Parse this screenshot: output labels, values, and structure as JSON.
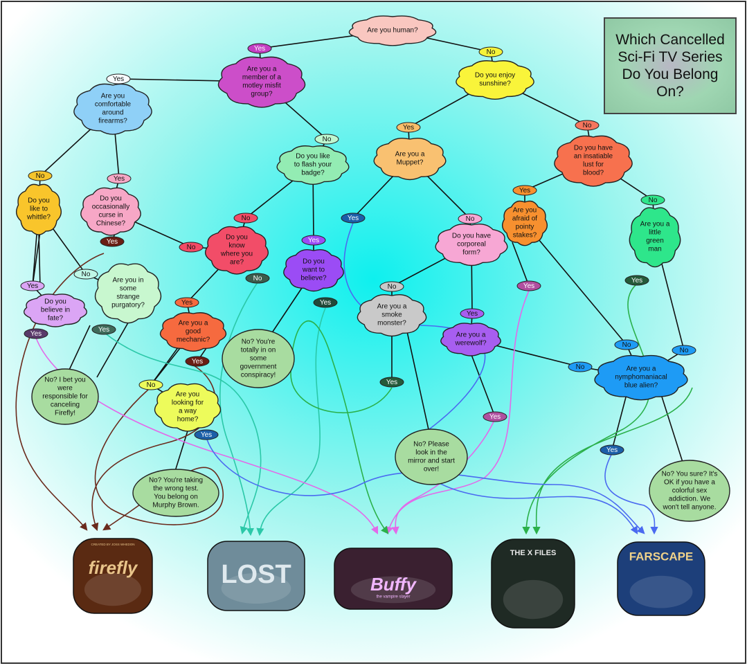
{
  "title": "Which Cancelled\nSci-Fi TV Series\nDo You Belong\nOn?",
  "colors": {
    "background_center": "#0ef0ee",
    "background_edge": "#ffffff",
    "frame": "#333333"
  },
  "nodes": [
    {
      "id": "human",
      "lines": [
        "Are you human?"
      ],
      "fill": "#f9c7c0"
    },
    {
      "id": "misfit",
      "lines": [
        "Are you a",
        "member of a",
        "motley misfit",
        "group?"
      ],
      "fill": "#cc4ec9"
    },
    {
      "id": "sunshine",
      "lines": [
        "Do you enjoy",
        "sunshine?"
      ],
      "fill": "#f9f43a"
    },
    {
      "id": "firearms",
      "lines": [
        "Are you",
        "comfortable",
        "around",
        "firearms?"
      ],
      "fill": "#8fd0f7"
    },
    {
      "id": "badge",
      "lines": [
        "Do you like",
        "to flash your",
        "badge?"
      ],
      "fill": "#93ecb3"
    },
    {
      "id": "muppet",
      "lines": [
        "Are you a",
        "Muppet?"
      ],
      "fill": "#f9c171"
    },
    {
      "id": "blood",
      "lines": [
        "Do you have",
        "an insatiable",
        "lust for",
        "blood?"
      ],
      "fill": "#f7714e"
    },
    {
      "id": "whittle",
      "lines": [
        "Do you",
        "like to",
        "whittle?"
      ],
      "fill": "#f9c52b"
    },
    {
      "id": "chinese",
      "lines": [
        "Do you",
        "occasionally",
        "curse in",
        "Chinese?"
      ],
      "fill": "#f7a7c6"
    },
    {
      "id": "where",
      "lines": [
        "Do you",
        "know",
        "where you",
        "are?"
      ],
      "fill": "#f24d68"
    },
    {
      "id": "believe",
      "lines": [
        "Do you",
        "want to",
        "believe?"
      ],
      "fill": "#9b4cf5"
    },
    {
      "id": "corporeal",
      "lines": [
        "Do you have",
        "corporeal",
        "form?"
      ],
      "fill": "#f7a7d4"
    },
    {
      "id": "stakes",
      "lines": [
        "Are you",
        "afraid of",
        "pointy",
        "stakes?"
      ],
      "fill": "#f7902f"
    },
    {
      "id": "green",
      "lines": [
        "Are you a",
        "little",
        "green",
        "man"
      ],
      "fill": "#2ee68b"
    },
    {
      "id": "fate",
      "lines": [
        "Do you",
        "believe in",
        "fate?"
      ],
      "fill": "#dba5f5"
    },
    {
      "id": "purgatory",
      "lines": [
        "Are you in",
        "some",
        "strange",
        "purgatory?"
      ],
      "fill": "#c8f7cf"
    },
    {
      "id": "mechanic",
      "lines": [
        "Are you a",
        "good",
        "mechanic?"
      ],
      "fill": "#f66a3f"
    },
    {
      "id": "smoke",
      "lines": [
        "Are you a",
        "smoke",
        "monster?"
      ],
      "fill": "#c9c9c9"
    },
    {
      "id": "werewolf",
      "lines": [
        "Are you a",
        "werewolf?"
      ],
      "fill": "#a75ef0"
    },
    {
      "id": "alien",
      "lines": [
        "Are you a",
        "nymphomaniacal",
        "blue alien?"
      ],
      "fill": "#1e9bf5"
    },
    {
      "id": "wayhome",
      "lines": [
        "Are you",
        "looking for",
        "a way",
        "home?"
      ],
      "fill": "#edfb5b"
    }
  ],
  "endings": [
    {
      "id": "firefly-blame",
      "lines": [
        "No? I bet you",
        "were",
        "responsible for",
        "canceling",
        "Firefly!"
      ],
      "fill": "#a8dca0"
    },
    {
      "id": "conspiracy",
      "lines": [
        "No? You're",
        "totally in on",
        "some",
        "government",
        "conspiracy!"
      ],
      "fill": "#a8dca0"
    },
    {
      "id": "murphy",
      "lines": [
        "No? You're taking",
        "the wrong test.",
        "You belong on",
        "Murphy Brown."
      ],
      "fill": "#a8dca0"
    },
    {
      "id": "mirror",
      "lines": [
        "No? Please",
        "look in the",
        "mirror and start",
        "over!"
      ],
      "fill": "#a8dca0"
    },
    {
      "id": "addiction",
      "lines": [
        "No? You sure? It's",
        "OK if you have a",
        "colorful sex",
        "addiction. We",
        "won't tell anyone."
      ],
      "fill": "#a8dca0"
    }
  ],
  "answer_labels": [
    {
      "text": "Yes",
      "fill": "#c43fc3",
      "text_color": "#ffffff"
    },
    {
      "text": "No",
      "fill": "#f5f33a",
      "text_color": "#111111"
    },
    {
      "text": "Yes",
      "fill": "#f7fbfe",
      "text_color": "#111111"
    },
    {
      "text": "No",
      "fill": "#bff7d0",
      "text_color": "#111111"
    },
    {
      "text": "Yes",
      "fill": "#f9be6a",
      "text_color": "#111111"
    },
    {
      "text": "No",
      "fill": "#f6765e",
      "text_color": "#111111"
    },
    {
      "text": "No",
      "fill": "#f5c42b",
      "text_color": "#111111"
    },
    {
      "text": "Yes",
      "fill": "#f7a8c6",
      "text_color": "#111111"
    },
    {
      "text": "No",
      "fill": "#f24b66",
      "text_color": "#111111"
    },
    {
      "text": "Yes",
      "fill": "#9b4cf5",
      "text_color": "#ffffff"
    },
    {
      "text": "Yes",
      "fill": "#1b5fa8",
      "text_color": "#ffffff"
    },
    {
      "text": "No",
      "fill": "#f7a7d4",
      "text_color": "#111111"
    },
    {
      "text": "Yes",
      "fill": "#f7902f",
      "text_color": "#111111"
    },
    {
      "text": "No",
      "fill": "#2ee68b",
      "text_color": "#111111"
    },
    {
      "text": "Yes",
      "fill": "#6a1e14",
      "text_color": "#ffffff"
    },
    {
      "text": "No",
      "fill": "#f24b66",
      "text_color": "#111111"
    },
    {
      "text": "No",
      "fill": "#3b5c4c",
      "text_color": "#ffffff"
    },
    {
      "text": "Yes",
      "fill": "#255a3a",
      "text_color": "#ffffff"
    },
    {
      "text": "Yes",
      "fill": "#dba5f5",
      "text_color": "#111111"
    },
    {
      "text": "No",
      "fill": "#bff7e7",
      "text_color": "#111111"
    },
    {
      "text": "Yes",
      "fill": "#f66a3f",
      "text_color": "#111111"
    },
    {
      "text": "No",
      "fill": "#c9c9c9",
      "text_color": "#111111"
    },
    {
      "text": "Yes",
      "fill": "#a75ef0",
      "text_color": "#111111"
    },
    {
      "text": "Yes",
      "fill": "#b04fa0",
      "text_color": "#ffffff"
    },
    {
      "text": "Yes",
      "fill": "#214a3a",
      "text_color": "#ffffff"
    },
    {
      "text": "Yes",
      "fill": "#5a3a6a",
      "text_color": "#ffffff"
    },
    {
      "text": "Yes",
      "fill": "#3f6a5a",
      "text_color": "#ffffff"
    },
    {
      "text": "Yes",
      "fill": "#6a1e14",
      "text_color": "#ffffff"
    },
    {
      "text": "No",
      "fill": "#edfb5b",
      "text_color": "#111111"
    },
    {
      "text": "Yes",
      "fill": "#255a3a",
      "text_color": "#ffffff"
    },
    {
      "text": "Yes",
      "fill": "#b04fa0",
      "text_color": "#ffffff"
    },
    {
      "text": "No",
      "fill": "#1e9bf5",
      "text_color": "#111111"
    },
    {
      "text": "No",
      "fill": "#1e9bf5",
      "text_color": "#111111"
    },
    {
      "text": "No",
      "fill": "#1e9bf5",
      "text_color": "#111111"
    },
    {
      "text": "Yes",
      "fill": "#1b5fa8",
      "text_color": "#ffffff"
    },
    {
      "text": "Yes",
      "fill": "#1b5fa8",
      "text_color": "#ffffff"
    }
  ],
  "shows": [
    {
      "id": "firefly",
      "logo": "firefly",
      "banner": "CREATED BY JOSS WHEDON",
      "bg": "#5a2a12",
      "text_color": "#e8c48a"
    },
    {
      "id": "lost",
      "logo": "LOST",
      "bg": "#6f8c9a",
      "text_color": "#dfe9ee"
    },
    {
      "id": "buffy",
      "logo": "Buffy",
      "sub": "the vampire slayer",
      "bg": "#3a2030",
      "text_color": "#f2b7ff"
    },
    {
      "id": "xfiles",
      "logo": "THE X FILES",
      "bg": "#1f2a24",
      "text_color": "#e9e9e9"
    },
    {
      "id": "farscape",
      "logo": "FARSCAPE",
      "bg": "#1d3f7a",
      "text_color": "#f0d28a"
    }
  ]
}
